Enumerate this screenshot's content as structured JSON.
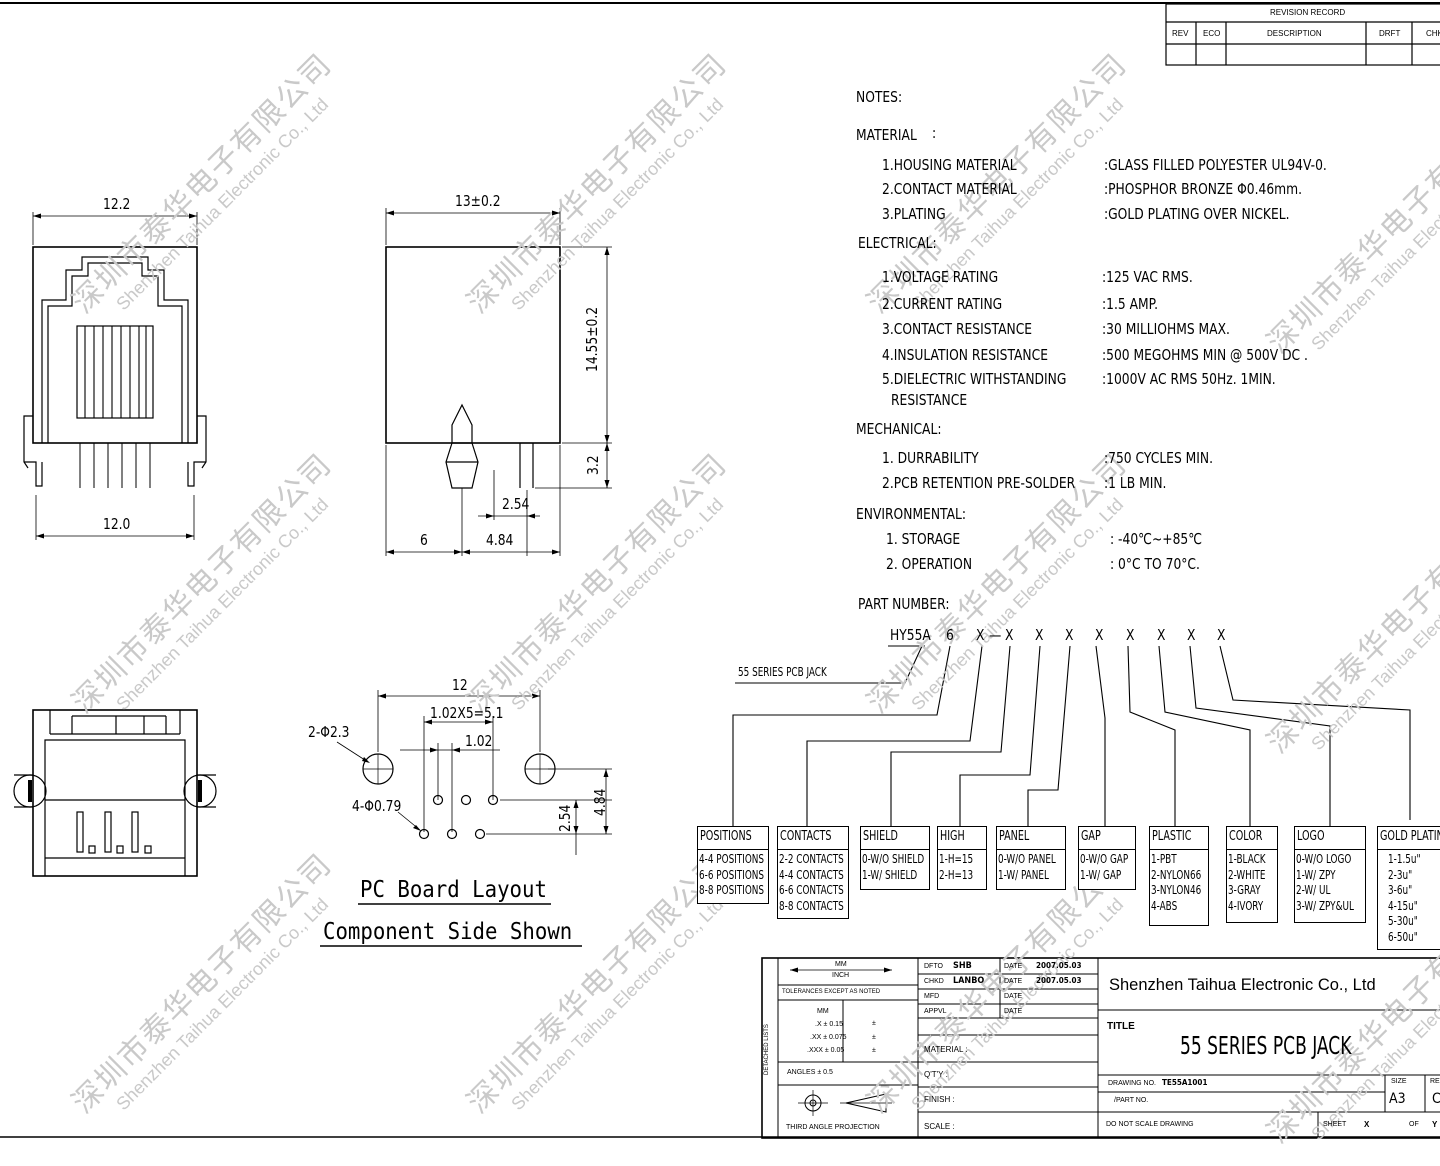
{
  "revision": {
    "title": "REVISION RECORD",
    "cols": [
      "REV",
      "ECO",
      "DESCRIPTION",
      "DRFT",
      "CHK"
    ]
  },
  "dims": {
    "front_top": "12.2",
    "front_bottom": "12.0",
    "side_top": "13±0.2",
    "side_height": "14.55±0.2",
    "side_pin": "3.2",
    "side_pitch": "2.54",
    "side_6": "6",
    "side_484": "4.84",
    "pcb_12": "12",
    "pcb_pitch_total": "1.02X5=5.1",
    "pcb_pitch": "1.02",
    "pcb_holes_big": "2-Φ2.3",
    "pcb_holes_small": "4-Φ0.79",
    "pcb_254": "2.54",
    "pcb_484": "4.84"
  },
  "pcb": {
    "line1": "PC Board Layout",
    "line2": "Component Side Shown"
  },
  "notes": {
    "header": "NOTES:",
    "material_title": "MATERIAL",
    "material_colon": ":",
    "material": [
      {
        "label": "1.HOUSING MATERIAL",
        "value": ":GLASS FILLED POLYESTER UL94V-0."
      },
      {
        "label": "2.CONTACT MATERIAL",
        "value": ":PHOSPHOR BRONZE Φ0.46mm."
      },
      {
        "label": "3.PLATING",
        "value": ":GOLD PLATING OVER NICKEL."
      }
    ],
    "electrical_title": "ELECTRICAL:",
    "electrical": [
      {
        "label": "1.VOLTAGE RATING",
        "value": ":125 VAC RMS."
      },
      {
        "label": "2.CURRENT RATING",
        "value": ":1.5 AMP."
      },
      {
        "label": "3.CONTACT RESISTANCE",
        "value": ":30 MILLIOHMS MAX."
      },
      {
        "label": "4.INSULATION RESISTANCE",
        "value": ":500 MEGOHMS MIN @ 500V DC ."
      },
      {
        "label": "5.DIELECTRIC WITHSTANDING",
        "value": ":1000V AC RMS 50Hz. 1MIN."
      }
    ],
    "electrical_cont": "RESISTANCE",
    "mechanical_title": "MECHANICAL:",
    "mechanical": [
      {
        "label": "1. DURRABILITY",
        "value": ":750 CYCLES MIN."
      },
      {
        "label": "2.PCB RETENTION PRE-SOLDER",
        "value": ":1 LB MIN."
      }
    ],
    "environmental_title": "ENVIRONMENTAL:",
    "environmental": [
      {
        "label": "1. STORAGE",
        "value": ": -40℃~+85℃"
      },
      {
        "label": "2. OPERATION",
        "value": ": 0°C TO 70°C."
      }
    ],
    "part_title": "PART NUMBER:"
  },
  "part_number": {
    "prefix": "HY55A",
    "code": [
      "6",
      "X",
      "—",
      "X",
      "X",
      "X",
      "X",
      "X",
      "X",
      "X",
      "X"
    ],
    "series_label": "55 SERIES PCB JACK"
  },
  "option_boxes": [
    {
      "title": "POSITIONS",
      "items": [
        "4-4 POSITIONS",
        "6-6 POSITIONS",
        "8-8 POSITIONS"
      ]
    },
    {
      "title": "CONTACTS",
      "items": [
        "2-2 CONTACTS",
        "4-4 CONTACTS",
        "6-6 CONTACTS",
        "8-8 CONTACTS"
      ]
    },
    {
      "title": "SHIELD",
      "items": [
        "0-W/O SHIELD",
        "1-W/ SHIELD"
      ]
    },
    {
      "title": "HIGH",
      "items": [
        "1-H=15",
        "2-H=13"
      ]
    },
    {
      "title": "PANEL",
      "items": [
        "0-W/O PANEL",
        "1-W/ PANEL"
      ]
    },
    {
      "title": "GAP",
      "items": [
        "0-W/O GAP",
        "1-W/ GAP"
      ]
    },
    {
      "title": "PLASTIC",
      "items": [
        "1-PBT",
        "2-NYLON66",
        "3-NYLON46",
        "4-ABS"
      ]
    },
    {
      "title": "COLOR",
      "items": [
        "1-BLACK",
        "2-WHITE",
        "3-GRAY",
        "4-IVORY"
      ]
    },
    {
      "title": "LOGO",
      "items": [
        "0-W/O LOGO",
        "1-W/ ZPY",
        "2-W/ UL",
        "3-W/ ZPY&UL"
      ]
    },
    {
      "title": "GOLD PLATING",
      "items": [
        "1-1.5u\"",
        "2-3u\"",
        "3-6u\"",
        "4-15u\"",
        "5-30u\"",
        "6-50u\""
      ]
    }
  ],
  "title_block": {
    "mm": "MM",
    "inch": "INCH",
    "tolerances": "TOLERANCES EXCEPT AS NOTED",
    "tol_mm": "MM",
    "tol_rows": [
      ".X ± 0.15",
      ".XX ± 0.075",
      ".XXX ± 0.05"
    ],
    "tol_sign": "±",
    "angles": "ANGLES ± 0.5",
    "projection": "THIRD ANGLE PROJECTION",
    "detached": "DETACHED LISTS",
    "dfto": "DFTO",
    "dfto_v": "SHB",
    "chkd": "CHKD",
    "chkd_v": "LANBO",
    "mfd": "MFD",
    "appvl": "APPVL",
    "date": "DATE",
    "date1": "2007.05.03",
    "date2": "2007.05.03",
    "material": "MATERIAL :",
    "qty": "Q'T'Y :",
    "finish": "FINISH :",
    "scale": "SCALE :",
    "company": "Shenzhen Taihua Electronic Co., Ltd",
    "title_label": "TITLE",
    "title": "55 SERIES PCB JACK",
    "drawing_no_label": "DRAWING NO.",
    "drawing_no": "TE55A1001",
    "part_no_label": "/PART NO.",
    "size_label": "SIZE",
    "size": "A3",
    "rev_label": "REV",
    "rev": "C",
    "no_scale": "DO NOT SCALE DRAWING",
    "sheet": "SHEET",
    "sheet_v": "X",
    "of": "OF",
    "of_v": "Y"
  },
  "watermark": {
    "cn": "深圳市泰华电子有限公司",
    "en": "Shenzhen Taihua Electronic Co., Ltd"
  }
}
